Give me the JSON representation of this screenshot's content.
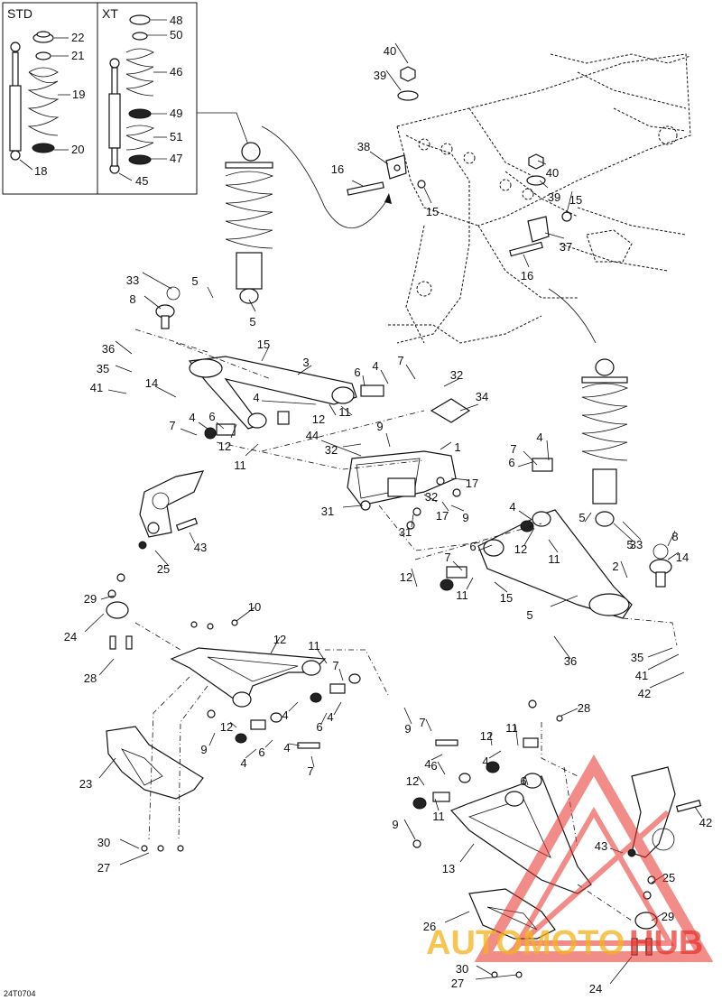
{
  "inset": {
    "std_title": "STD",
    "xt_title": "XT",
    "std_labels": [
      "22",
      "21",
      "19",
      "20",
      "18"
    ],
    "xt_labels": [
      "48",
      "50",
      "46",
      "49",
      "51",
      "47",
      "45"
    ]
  },
  "callouts": [
    "40",
    "39",
    "38",
    "16",
    "15",
    "40",
    "39",
    "15",
    "37",
    "16",
    "33",
    "8",
    "5",
    "5",
    "36",
    "35",
    "41",
    "14",
    "15",
    "3",
    "6",
    "4",
    "7",
    "32",
    "34",
    "4",
    "12",
    "11",
    "7",
    "4",
    "6",
    "12",
    "11",
    "44",
    "32",
    "9",
    "1",
    "17",
    "32",
    "17",
    "9",
    "31",
    "31",
    "5",
    "6",
    "7",
    "4",
    "12",
    "11",
    "4",
    "6",
    "7",
    "12",
    "11",
    "15",
    "2",
    "5",
    "5",
    "33",
    "8",
    "14",
    "36",
    "35",
    "41",
    "42",
    "43",
    "25",
    "29",
    "24",
    "28",
    "10",
    "12",
    "11",
    "7",
    "4",
    "6",
    "4",
    "9",
    "12",
    "4",
    "6",
    "4",
    "7",
    "23",
    "30",
    "27",
    "9",
    "7",
    "12",
    "11",
    "4",
    "6",
    "12",
    "11",
    "4",
    "6",
    "28",
    "9",
    "13",
    "43",
    "25",
    "29",
    "26",
    "30",
    "27",
    "24",
    "42"
  ],
  "doc_id": "24T0704",
  "watermark": {
    "brand": "AUTOMOTOHUB",
    "primary_color": "#e8302a",
    "secondary_color": "#f5b21c"
  }
}
